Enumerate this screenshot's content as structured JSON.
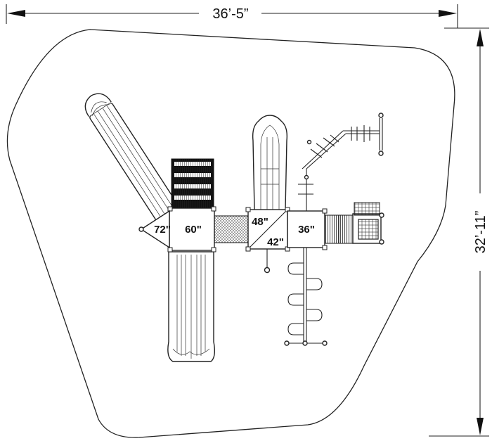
{
  "dimensions": {
    "width_label": "36’-5”",
    "height_label": "32’-11”"
  },
  "decks": [
    {
      "id": "deck-72",
      "label": "72\""
    },
    {
      "id": "deck-60",
      "label": "60\""
    },
    {
      "id": "deck-48",
      "label": "48\""
    },
    {
      "id": "deck-42",
      "label": "42\""
    },
    {
      "id": "deck-36",
      "label": "36\""
    }
  ]
}
